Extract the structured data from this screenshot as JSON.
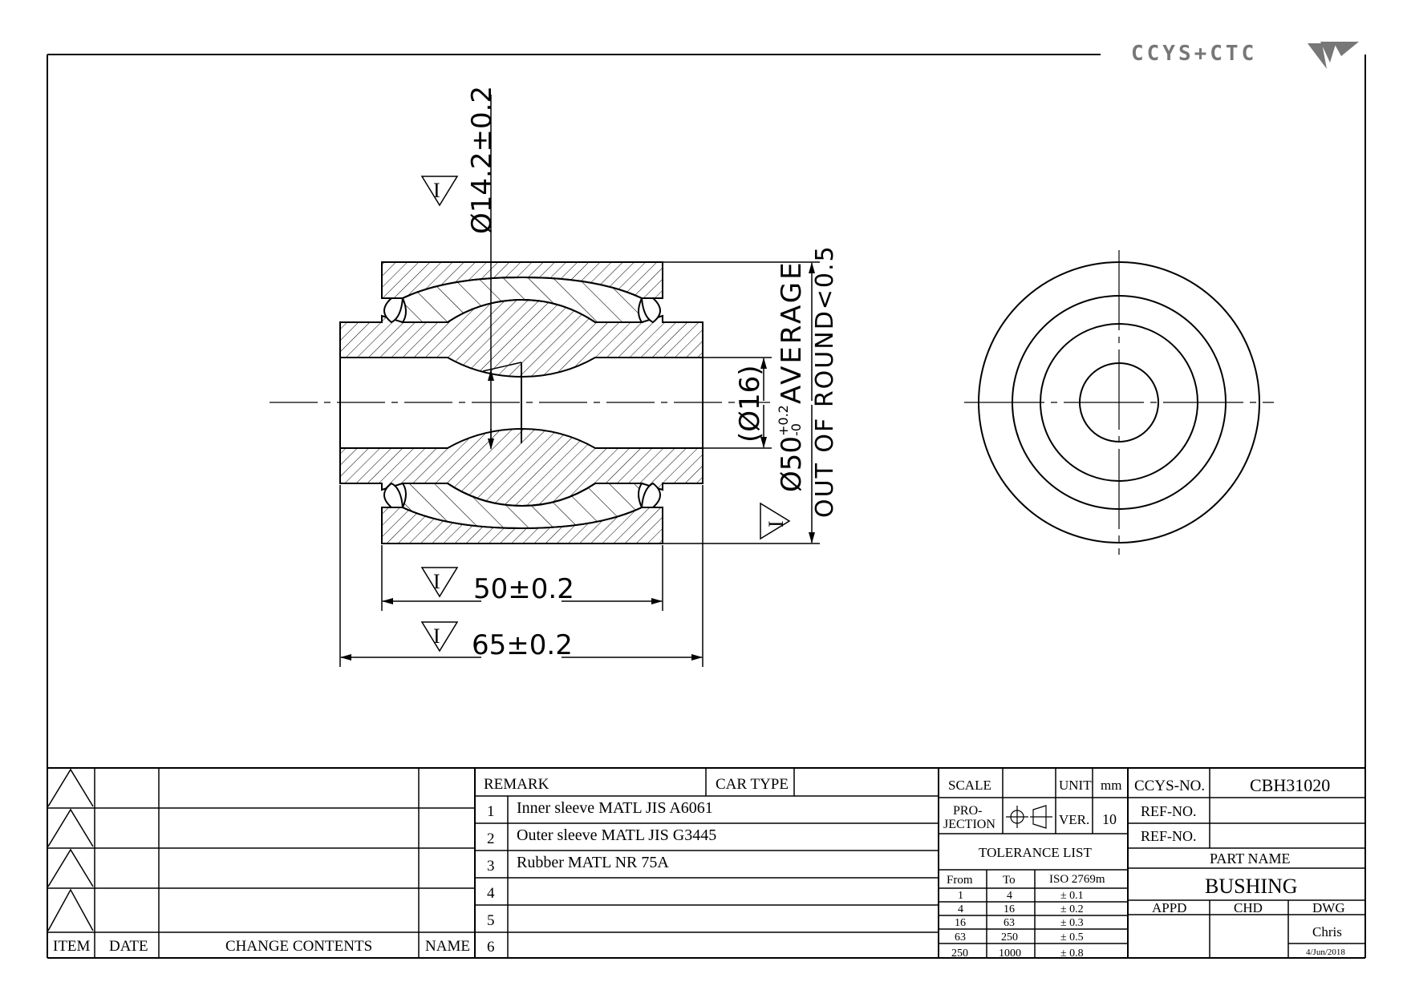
{
  "logo": {
    "text": "CCYS+CTC"
  },
  "drawing": {
    "dim_inner_dia": "Ø14.2±0.2",
    "dim_bore": "(Ø16)",
    "dim_outer_dia": "Ø50",
    "dim_outer_tol_upper": "+0.2",
    "dim_outer_tol_lower": "-0",
    "dim_outer_note": "AVERAGE",
    "dim_out_of_round": "OUT OF ROUND<0.5",
    "dim_outer_length": "50±0.2",
    "dim_inner_length": "65±0.2",
    "inspection_mark": "I"
  },
  "revision_table": {
    "headers": {
      "item": "ITEM",
      "date": "DATE",
      "change": "CHANGE CONTENTS",
      "name": "NAME"
    }
  },
  "remarks": {
    "remark_label": "REMARK",
    "car_type_label": "CAR TYPE",
    "rows": [
      {
        "num": "1",
        "text": "Inner sleeve MATL JIS A6061"
      },
      {
        "num": "2",
        "text": "Outer sleeve MATL JIS G3445"
      },
      {
        "num": "3",
        "text": "Rubber MATL NR 75A"
      },
      {
        "num": "4",
        "text": ""
      },
      {
        "num": "5",
        "text": ""
      },
      {
        "num": "6",
        "text": ""
      }
    ]
  },
  "scale_block": {
    "scale_label": "SCALE",
    "unit_label": "UNIT",
    "unit_value": "mm",
    "projection_label_1": "PRO-",
    "projection_label_2": "JECTION",
    "ver_label": "VER.",
    "ver_value": "10",
    "tolerance_title": "TOLERANCE LIST",
    "tol_headers": [
      "From",
      "To",
      "ISO 2769m"
    ],
    "tol_rows": [
      [
        "1",
        "4",
        "± 0.1"
      ],
      [
        "4",
        "16",
        "± 0.2"
      ],
      [
        "16",
        "63",
        "± 0.3"
      ],
      [
        "63",
        "250",
        "± 0.5"
      ],
      [
        "250",
        "1000",
        "± 0.8"
      ]
    ]
  },
  "title_block": {
    "ccys_no_label": "CCYS-NO.",
    "ccys_no_value": "CBH31020",
    "ref_no_label_1": "REF-NO.",
    "ref_no_label_2": "REF-NO.",
    "part_name_label": "PART NAME",
    "part_name_value": "BUSHING",
    "appd_label": "APPD",
    "chd_label": "CHD",
    "dwg_label": "DWG",
    "dwg_name": "Chris",
    "dwg_date": "4/Jun/2018"
  }
}
